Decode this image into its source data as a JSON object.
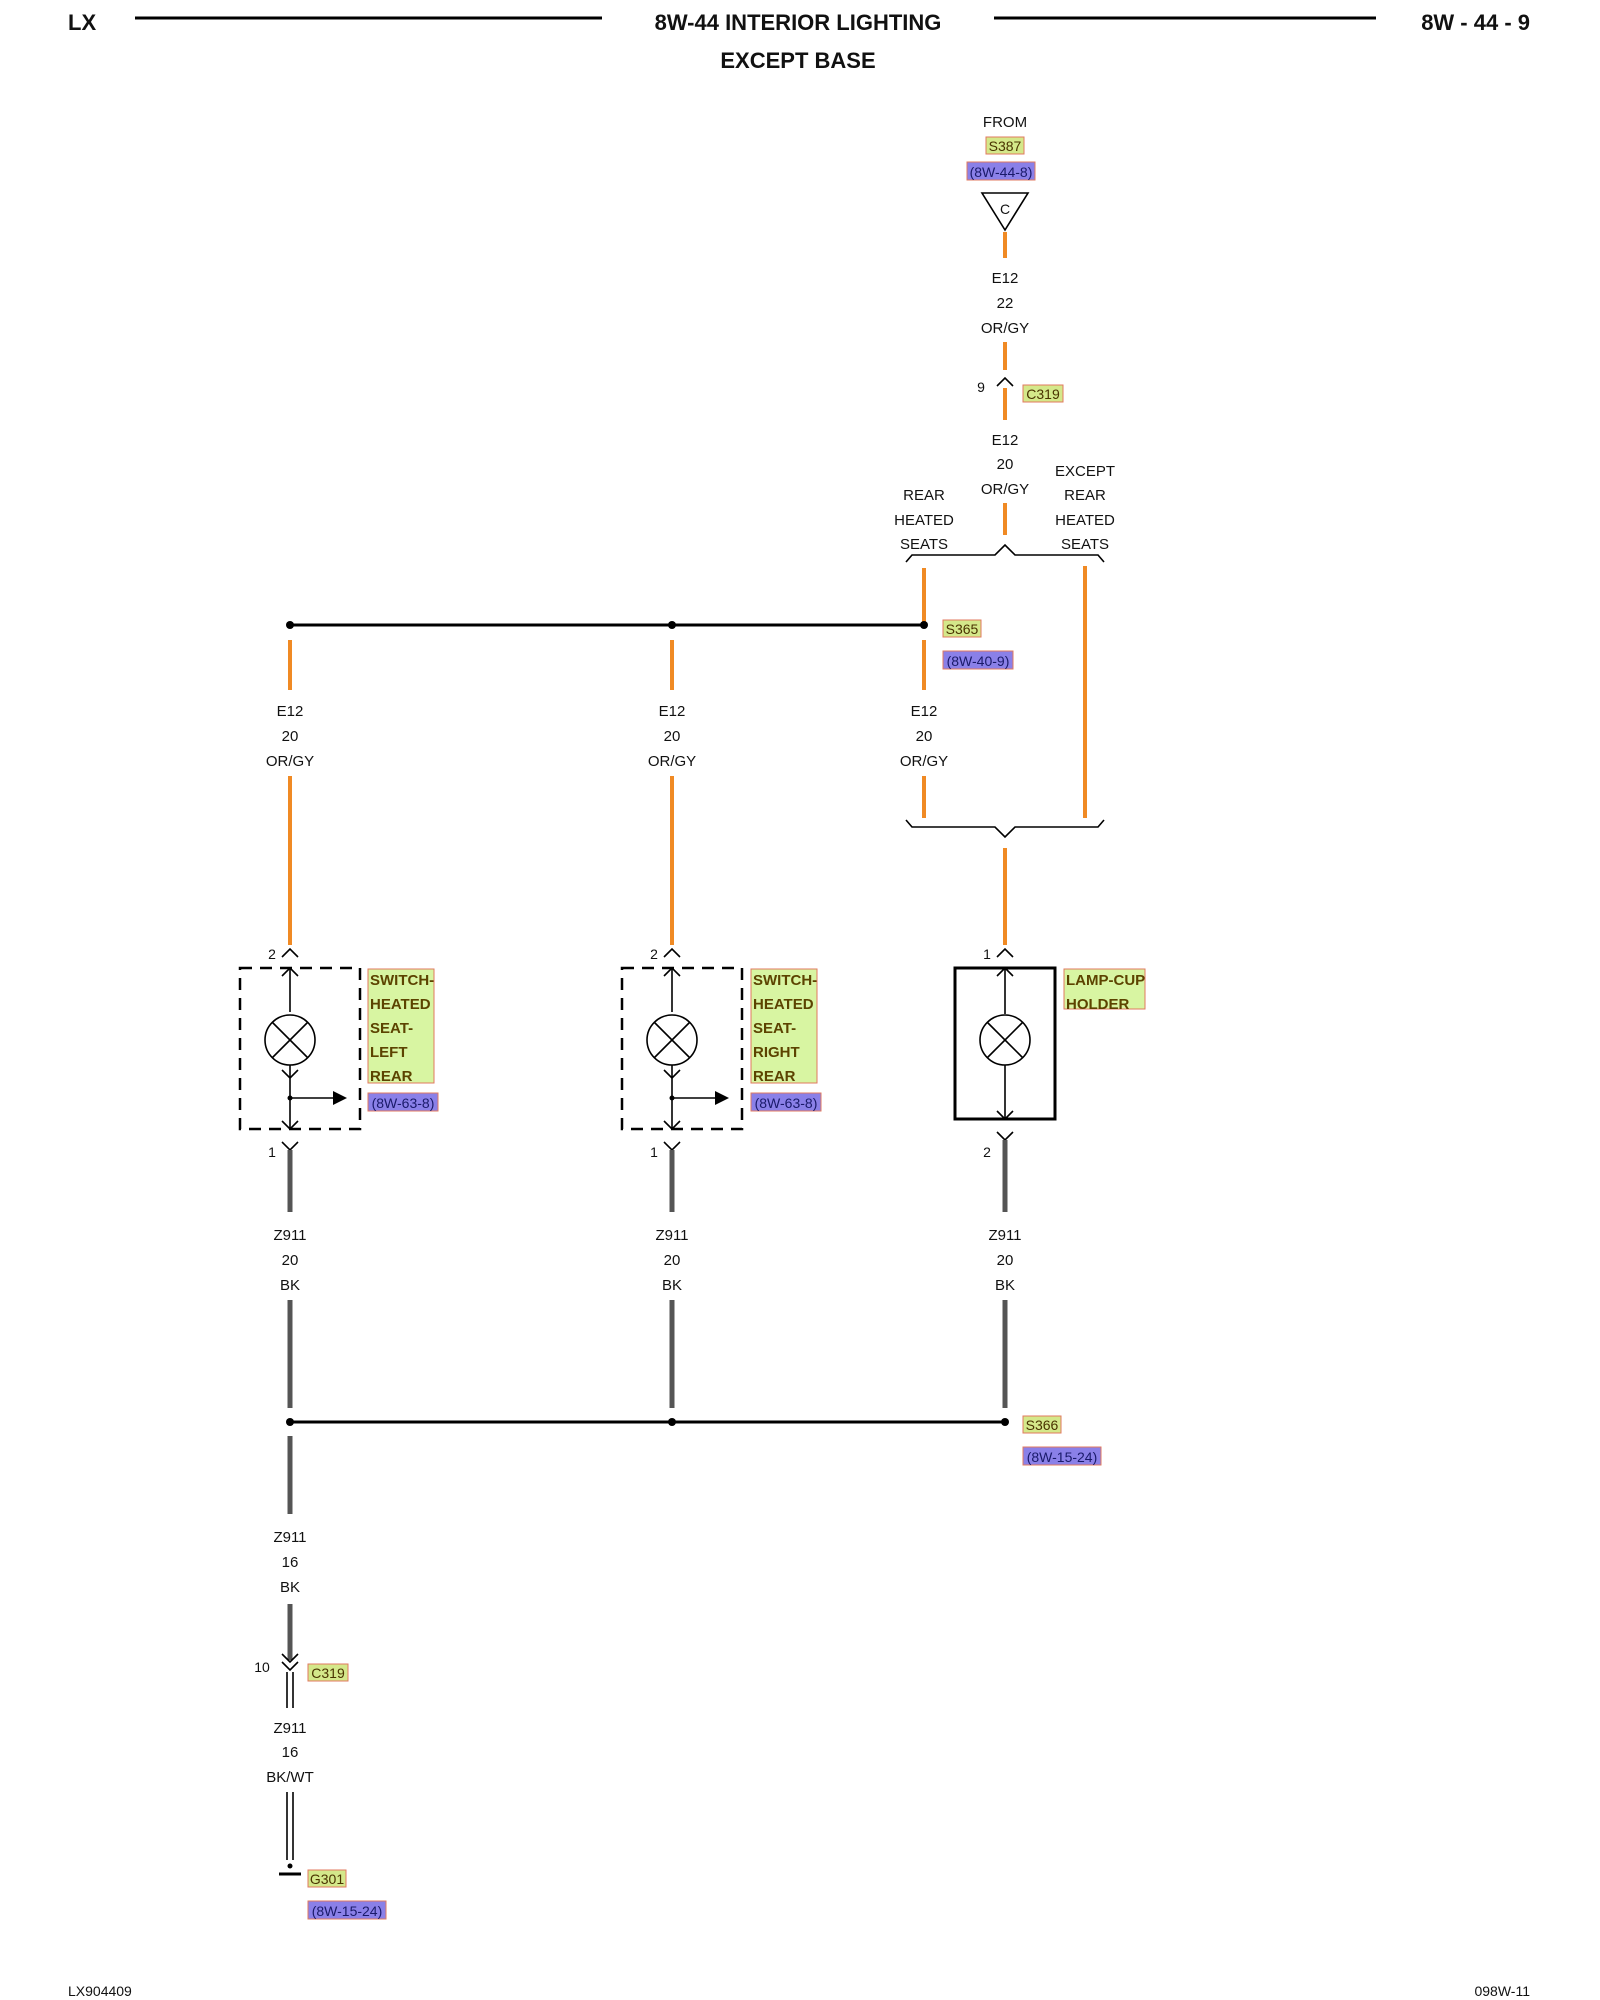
{
  "header": {
    "left": "LX",
    "title_line1": "8W-44 INTERIOR LIGHTING",
    "title_line2": "EXCEPT BASE",
    "right": "8W - 44 - 9"
  },
  "footer": {
    "left": "LX904409",
    "right": "098W-11"
  },
  "source": {
    "from_label": "FROM",
    "splice": "S387",
    "ref": "(8W-44-8)",
    "connector_letter": "C"
  },
  "upper_wire": {
    "circuit": "E12",
    "gauge": "22",
    "color": "OR/GY"
  },
  "connector_c319_top": {
    "pin": "9",
    "name": "C319"
  },
  "mid_wire": {
    "circuit": "E12",
    "gauge": "20",
    "color": "OR/GY"
  },
  "branch_left": {
    "line1": "REAR",
    "line2": "HEATED",
    "line3": "SEATS"
  },
  "branch_right": {
    "line1": "EXCEPT",
    "line2": "REAR",
    "line3": "HEATED",
    "line4": "SEATS"
  },
  "splice_s365": {
    "name": "S365",
    "ref": "(8W-40-9)"
  },
  "feed_wires": [
    {
      "circuit": "E12",
      "gauge": "20",
      "color": "OR/GY"
    },
    {
      "circuit": "E12",
      "gauge": "20",
      "color": "OR/GY"
    },
    {
      "circuit": "E12",
      "gauge": "20",
      "color": "OR/GY"
    }
  ],
  "components": [
    {
      "pin_in": "2",
      "pin_out": "1",
      "name_lines": [
        "SWITCH-",
        "HEATED",
        "SEAT-",
        "LEFT",
        "REAR"
      ],
      "ref": "(8W-63-8)"
    },
    {
      "pin_in": "2",
      "pin_out": "1",
      "name_lines": [
        "SWITCH-",
        "HEATED",
        "SEAT-",
        "RIGHT",
        "REAR"
      ],
      "ref": "(8W-63-8)"
    },
    {
      "pin_in": "1",
      "pin_out": "2",
      "name_lines": [
        "LAMP-CUP",
        "HOLDER"
      ],
      "ref": ""
    }
  ],
  "ground_wires": [
    {
      "circuit": "Z911",
      "gauge": "20",
      "color": "BK"
    },
    {
      "circuit": "Z911",
      "gauge": "20",
      "color": "BK"
    },
    {
      "circuit": "Z911",
      "gauge": "20",
      "color": "BK"
    }
  ],
  "splice_s366": {
    "name": "S366",
    "ref": "(8W-15-24)"
  },
  "lower_wire": {
    "circuit": "Z911",
    "gauge": "16",
    "color": "BK"
  },
  "connector_c319_bottom": {
    "pin": "10",
    "name": "C319"
  },
  "final_wire": {
    "circuit": "Z911",
    "gauge": "16",
    "color": "BK/WT"
  },
  "ground": {
    "name": "G301",
    "ref": "(8W-15-24)"
  },
  "colors": {
    "orange_wire": "#f08a24",
    "black_wire": "#555555",
    "tag_highlight": "#d4e88a",
    "ref_highlight": "#8a80e8"
  }
}
